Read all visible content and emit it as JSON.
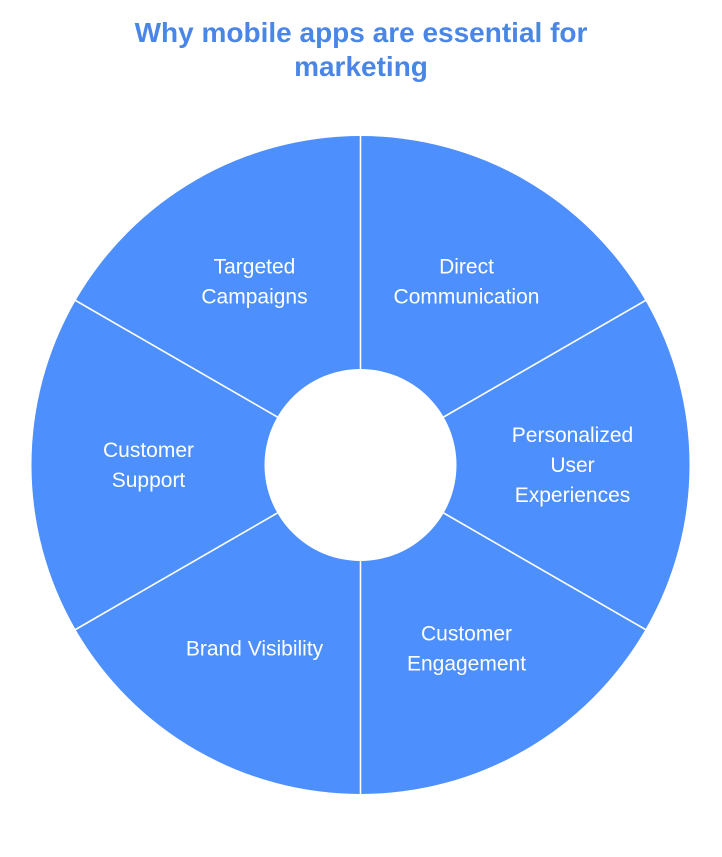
{
  "title": {
    "lines": [
      "Why mobile apps are essential for",
      "marketing"
    ],
    "color": "#4a86e8"
  },
  "diagram": {
    "type": "donut-segments",
    "segment_color": "#4d8ffd",
    "separator_color": "#ffffff",
    "label_color": "#ffffff",
    "center_color": "#ffffff",
    "segments": [
      {
        "id": "direct-communication",
        "lines": [
          "Direct",
          "Communication"
        ]
      },
      {
        "id": "personalized-user-experiences",
        "lines": [
          "Personalized",
          "User",
          "Experiences"
        ]
      },
      {
        "id": "customer-engagement",
        "lines": [
          "Customer",
          "Engagement"
        ]
      },
      {
        "id": "brand-visibility",
        "lines": [
          "Brand Visibility"
        ]
      },
      {
        "id": "customer-support",
        "lines": [
          "Customer",
          "Support"
        ]
      },
      {
        "id": "targeted-campaigns",
        "lines": [
          "Targeted",
          "Campaigns"
        ]
      }
    ]
  }
}
